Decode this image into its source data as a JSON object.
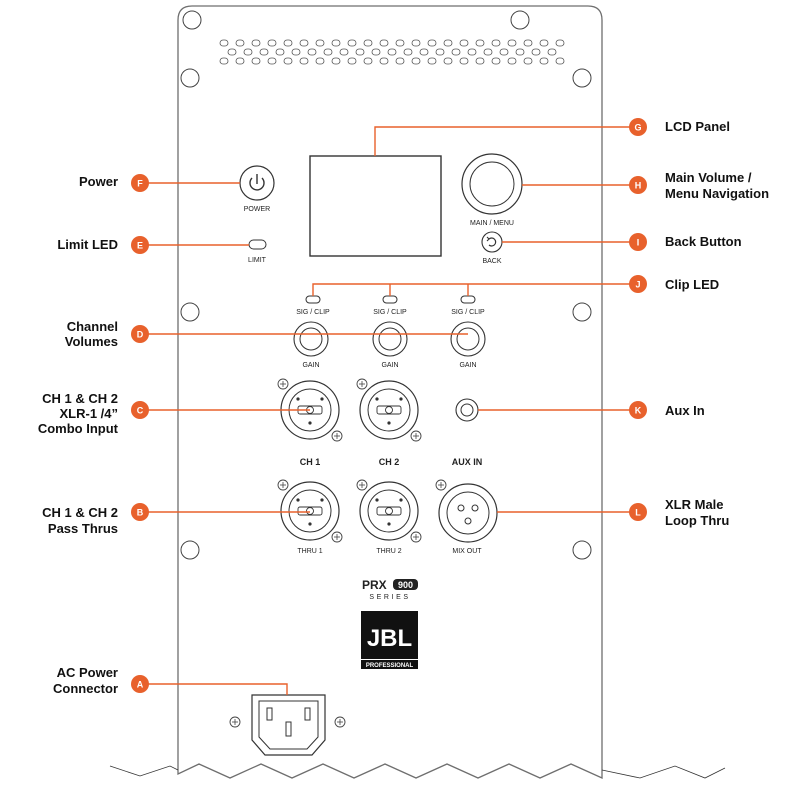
{
  "colors": {
    "accent": "#e8612c",
    "outline": "#333333",
    "text": "#111111"
  },
  "callouts": {
    "A": {
      "letter": "A",
      "line1": "AC Power",
      "line2": "Connector"
    },
    "B": {
      "letter": "B",
      "line1": "CH 1 & CH 2",
      "line2": "Pass Thrus"
    },
    "C": {
      "letter": "C",
      "line1": "CH 1 & CH 2",
      "line2": "XLR-1 /4”",
      "line3": "Combo Input"
    },
    "D": {
      "letter": "D",
      "line1": "Channel",
      "line2": "Volumes"
    },
    "E": {
      "letter": "E",
      "line1": "Limit LED"
    },
    "F": {
      "letter": "F",
      "line1": "Power"
    },
    "G": {
      "letter": "G",
      "line1": "LCD Panel"
    },
    "H": {
      "letter": "H",
      "line1": "Main Volume /",
      "line2": "Menu Navigation"
    },
    "I": {
      "letter": "I",
      "line1": "Back Button"
    },
    "J": {
      "letter": "J",
      "line1": "Clip LED"
    },
    "K": {
      "letter": "K",
      "line1": "Aux In"
    },
    "L": {
      "letter": "L",
      "line1": "XLR Male",
      "line2": "Loop Thru"
    }
  },
  "panel_labels": {
    "power": "POWER",
    "limit": "LIMIT",
    "main_menu": "MAIN / MENU",
    "back": "BACK",
    "sig_clip": "SIG / CLIP",
    "gain": "GAIN",
    "ch1": "CH 1",
    "ch2": "CH 2",
    "aux_in": "AUX IN",
    "thru1": "THRU 1",
    "thru2": "THRU 2",
    "mix_out": "MIX OUT"
  },
  "branding": {
    "series_model": "PRX",
    "series_number": "900",
    "series_word": "SERIES",
    "logo": "JBL",
    "logo_sub": "PROFESSIONAL"
  }
}
